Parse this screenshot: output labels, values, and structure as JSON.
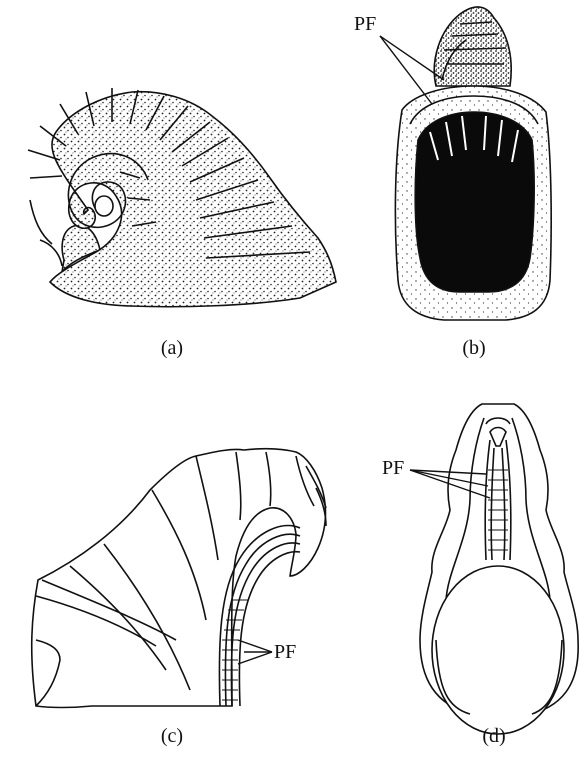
{
  "panels": [
    {
      "label": "(a)",
      "annotation": ""
    },
    {
      "label": "(b)",
      "annotation": "PF"
    },
    {
      "label": "(c)",
      "annotation": "PF"
    },
    {
      "label": "(d)",
      "annotation": "PF"
    }
  ],
  "colors": {
    "ink": "#111111",
    "fill_dark": "#0a0a0a",
    "paper": "#ffffff",
    "stipple": "#222222"
  }
}
